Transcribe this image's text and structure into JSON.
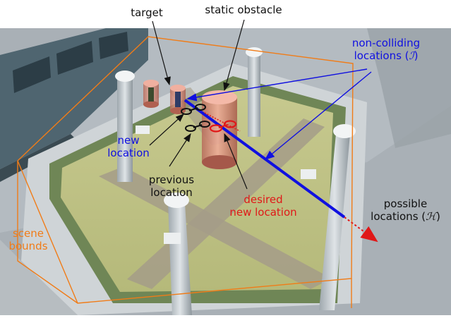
{
  "labels": {
    "target": "target",
    "static_obstacle": "static obstacle",
    "non_colliding_line1": "non-colliding",
    "non_colliding_line2_prefix": "locations (",
    "non_colliding_symbol": "ℐ",
    "non_colliding_line2_suffix": ")",
    "new_location_line1": "new",
    "new_location_line2": "location",
    "previous_location_line1": "previous",
    "previous_location_line2": "location",
    "desired_new_location_line1": "desired",
    "desired_new_location_line2": "new location",
    "possible_line1": "possible",
    "possible_line2_prefix": "locations (",
    "possible_symbol": "ℋ",
    "possible_line2_suffix": ")",
    "scene_bounds_line1": "scene",
    "scene_bounds_line2": "bounds"
  },
  "colors": {
    "blue": "#1010e0",
    "red": "#e01818",
    "orange": "#f07c18",
    "black": "#111111"
  }
}
